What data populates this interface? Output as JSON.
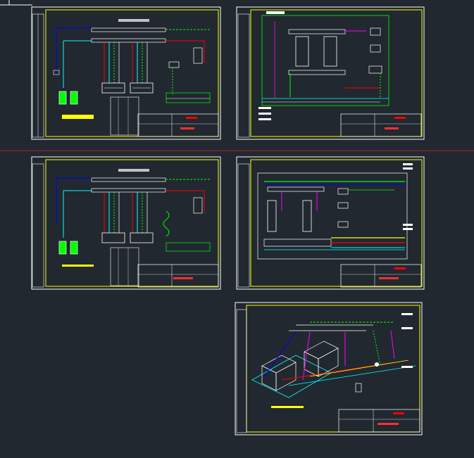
{
  "colors": {
    "background": "#212830",
    "frame": "#ffffff",
    "border": "#ffff00",
    "pipe_green": "#00ff00",
    "pipe_red": "#ff0000",
    "pipe_cyan": "#00ffff",
    "pipe_blue": "#0000ff",
    "pipe_magenta": "#ff00ff",
    "highlight": "#ffff00",
    "red_line": "#b3202a"
  },
  "sheets": [
    {
      "id": "sheet-1",
      "kind": "process-flow",
      "title": "",
      "stamp": "",
      "note": ""
    },
    {
      "id": "sheet-2",
      "kind": "plan-view",
      "title": "",
      "stamp": "",
      "note": ""
    },
    {
      "id": "sheet-3",
      "kind": "process-flow",
      "title": "",
      "stamp": "",
      "note": ""
    },
    {
      "id": "sheet-4",
      "kind": "plan-view",
      "title": "",
      "stamp": "",
      "note": ""
    },
    {
      "id": "sheet-5",
      "kind": "isometric",
      "title": "",
      "stamp": "",
      "note": ""
    }
  ]
}
